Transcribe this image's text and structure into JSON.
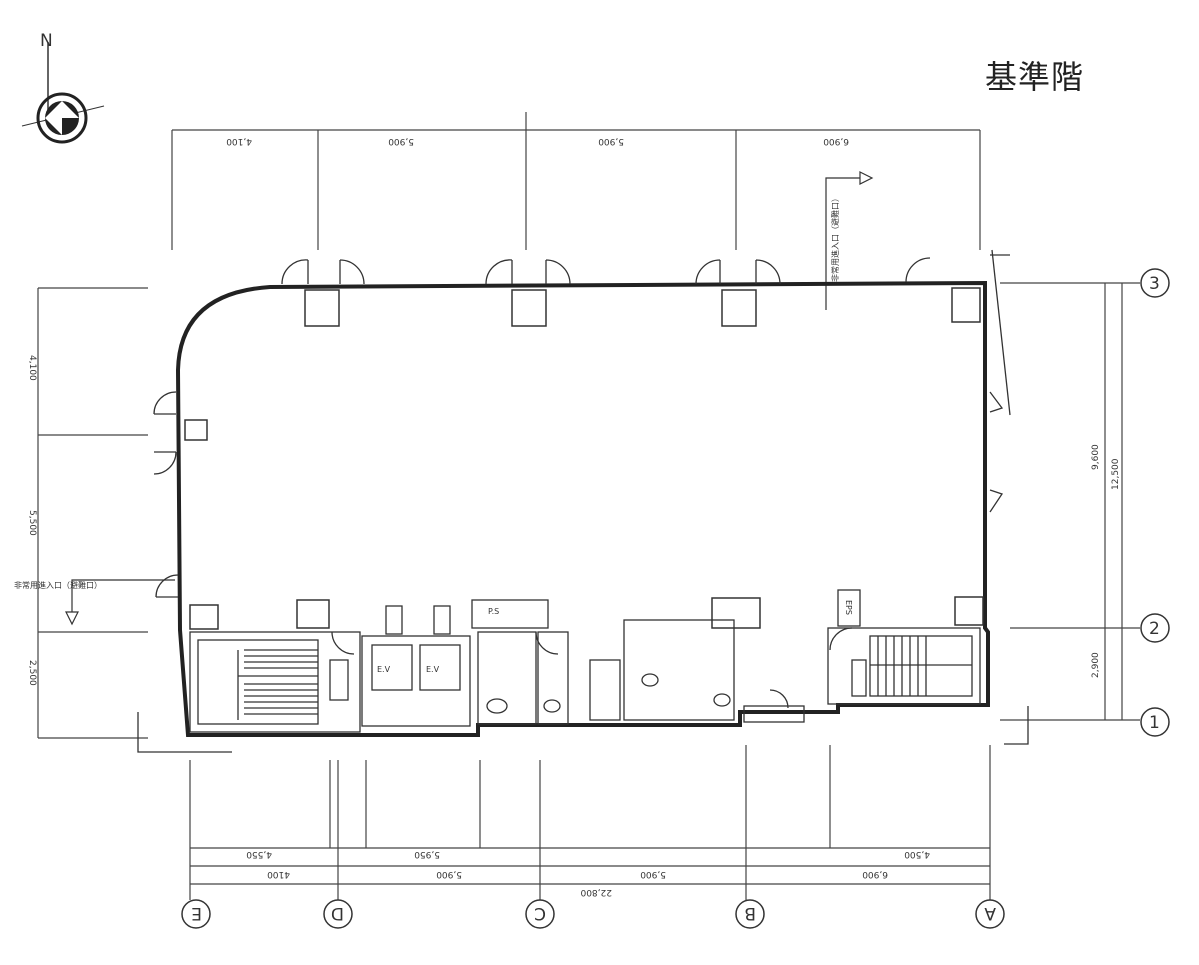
{
  "title": "基準階",
  "north_label": "N",
  "grid_axes": {
    "letters": [
      "E",
      "D",
      "C",
      "B",
      "A"
    ],
    "numbers": [
      "3",
      "2",
      "1"
    ]
  },
  "dimensions": {
    "top": [
      "4,100",
      "5,900",
      "5,900",
      "6,900"
    ],
    "bottom_outer": [
      "4100",
      "5,900",
      "5,900",
      "6,900"
    ],
    "bottom_total": "22,800",
    "bottom_inner": [
      "4,550",
      "5,950",
      "4,500"
    ],
    "left": [
      "4,100",
      "5,500",
      "2,500"
    ],
    "right": [
      "9,600",
      "12,500",
      "2,900"
    ]
  },
  "rooms": {
    "elevator_labels": [
      "E.V",
      "E.V"
    ],
    "ps_label": "P.S",
    "eps_label": "EPS"
  },
  "annotations": {
    "top_exit": "非常用進入口（避難口）",
    "left_exit": "非常用進入口（避難口）"
  }
}
